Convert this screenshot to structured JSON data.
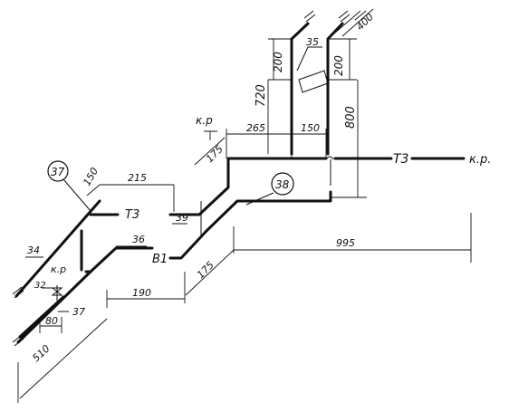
{
  "diagram": {
    "pipe_labels": {
      "t3_right": "Т3",
      "t3_left": "Т3",
      "b1": "В1",
      "kp_right": "к.р.",
      "kp_top": "к.р",
      "kp_bottom": "к.р"
    },
    "dimensions": {
      "d400": "400",
      "d200_left": "200",
      "d200_right": "200",
      "d720": "720",
      "d800": "800",
      "d265": "265",
      "d150_top": "150",
      "d175_top": "175",
      "d215": "215",
      "d150_left": "150",
      "d175_mid": "175",
      "d995": "995",
      "d190": "190",
      "d80": "80",
      "d510": "510"
    },
    "markers": {
      "c37": "37",
      "c38": "38",
      "l34": "34",
      "l35": "35",
      "l36": "36",
      "l37": "37",
      "l39": "39",
      "l32": "32"
    }
  }
}
